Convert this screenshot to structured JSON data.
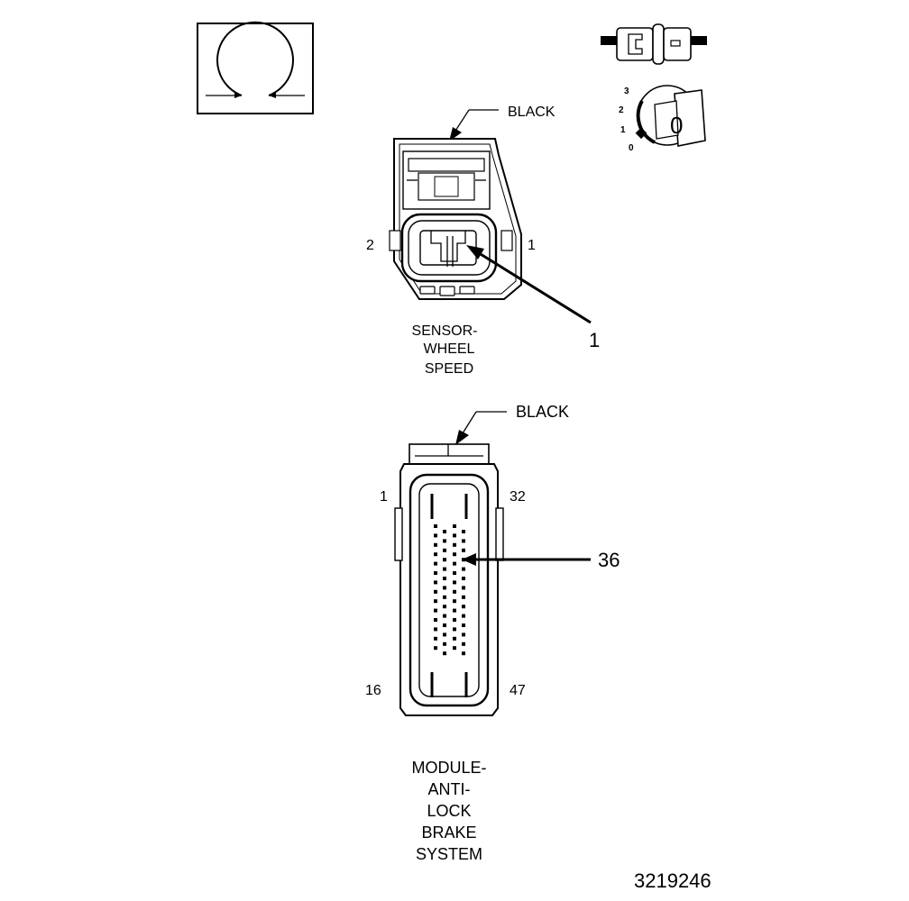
{
  "legend": {
    "resistance_symbol": "omega-icon",
    "connector_icon": "connector-icon",
    "key_icon": "key-icon",
    "key_positions": [
      "0",
      "1",
      "2",
      "3"
    ],
    "key_label": "0"
  },
  "sensor_connector": {
    "color_label": "BLACK",
    "pin_left": "2",
    "pin_right": "1",
    "callout": "1",
    "title_lines": [
      "SENSOR-",
      "WHEEL",
      "SPEED"
    ]
  },
  "module_connector": {
    "color_label": "BLACK",
    "pin_top_left": "1",
    "pin_top_right": "32",
    "pin_bottom_left": "16",
    "pin_bottom_right": "47",
    "callout": "36",
    "title_lines": [
      "MODULE-",
      "ANTI-",
      "LOCK",
      "BRAKE",
      "SYSTEM"
    ]
  },
  "figure_number": "3219246"
}
